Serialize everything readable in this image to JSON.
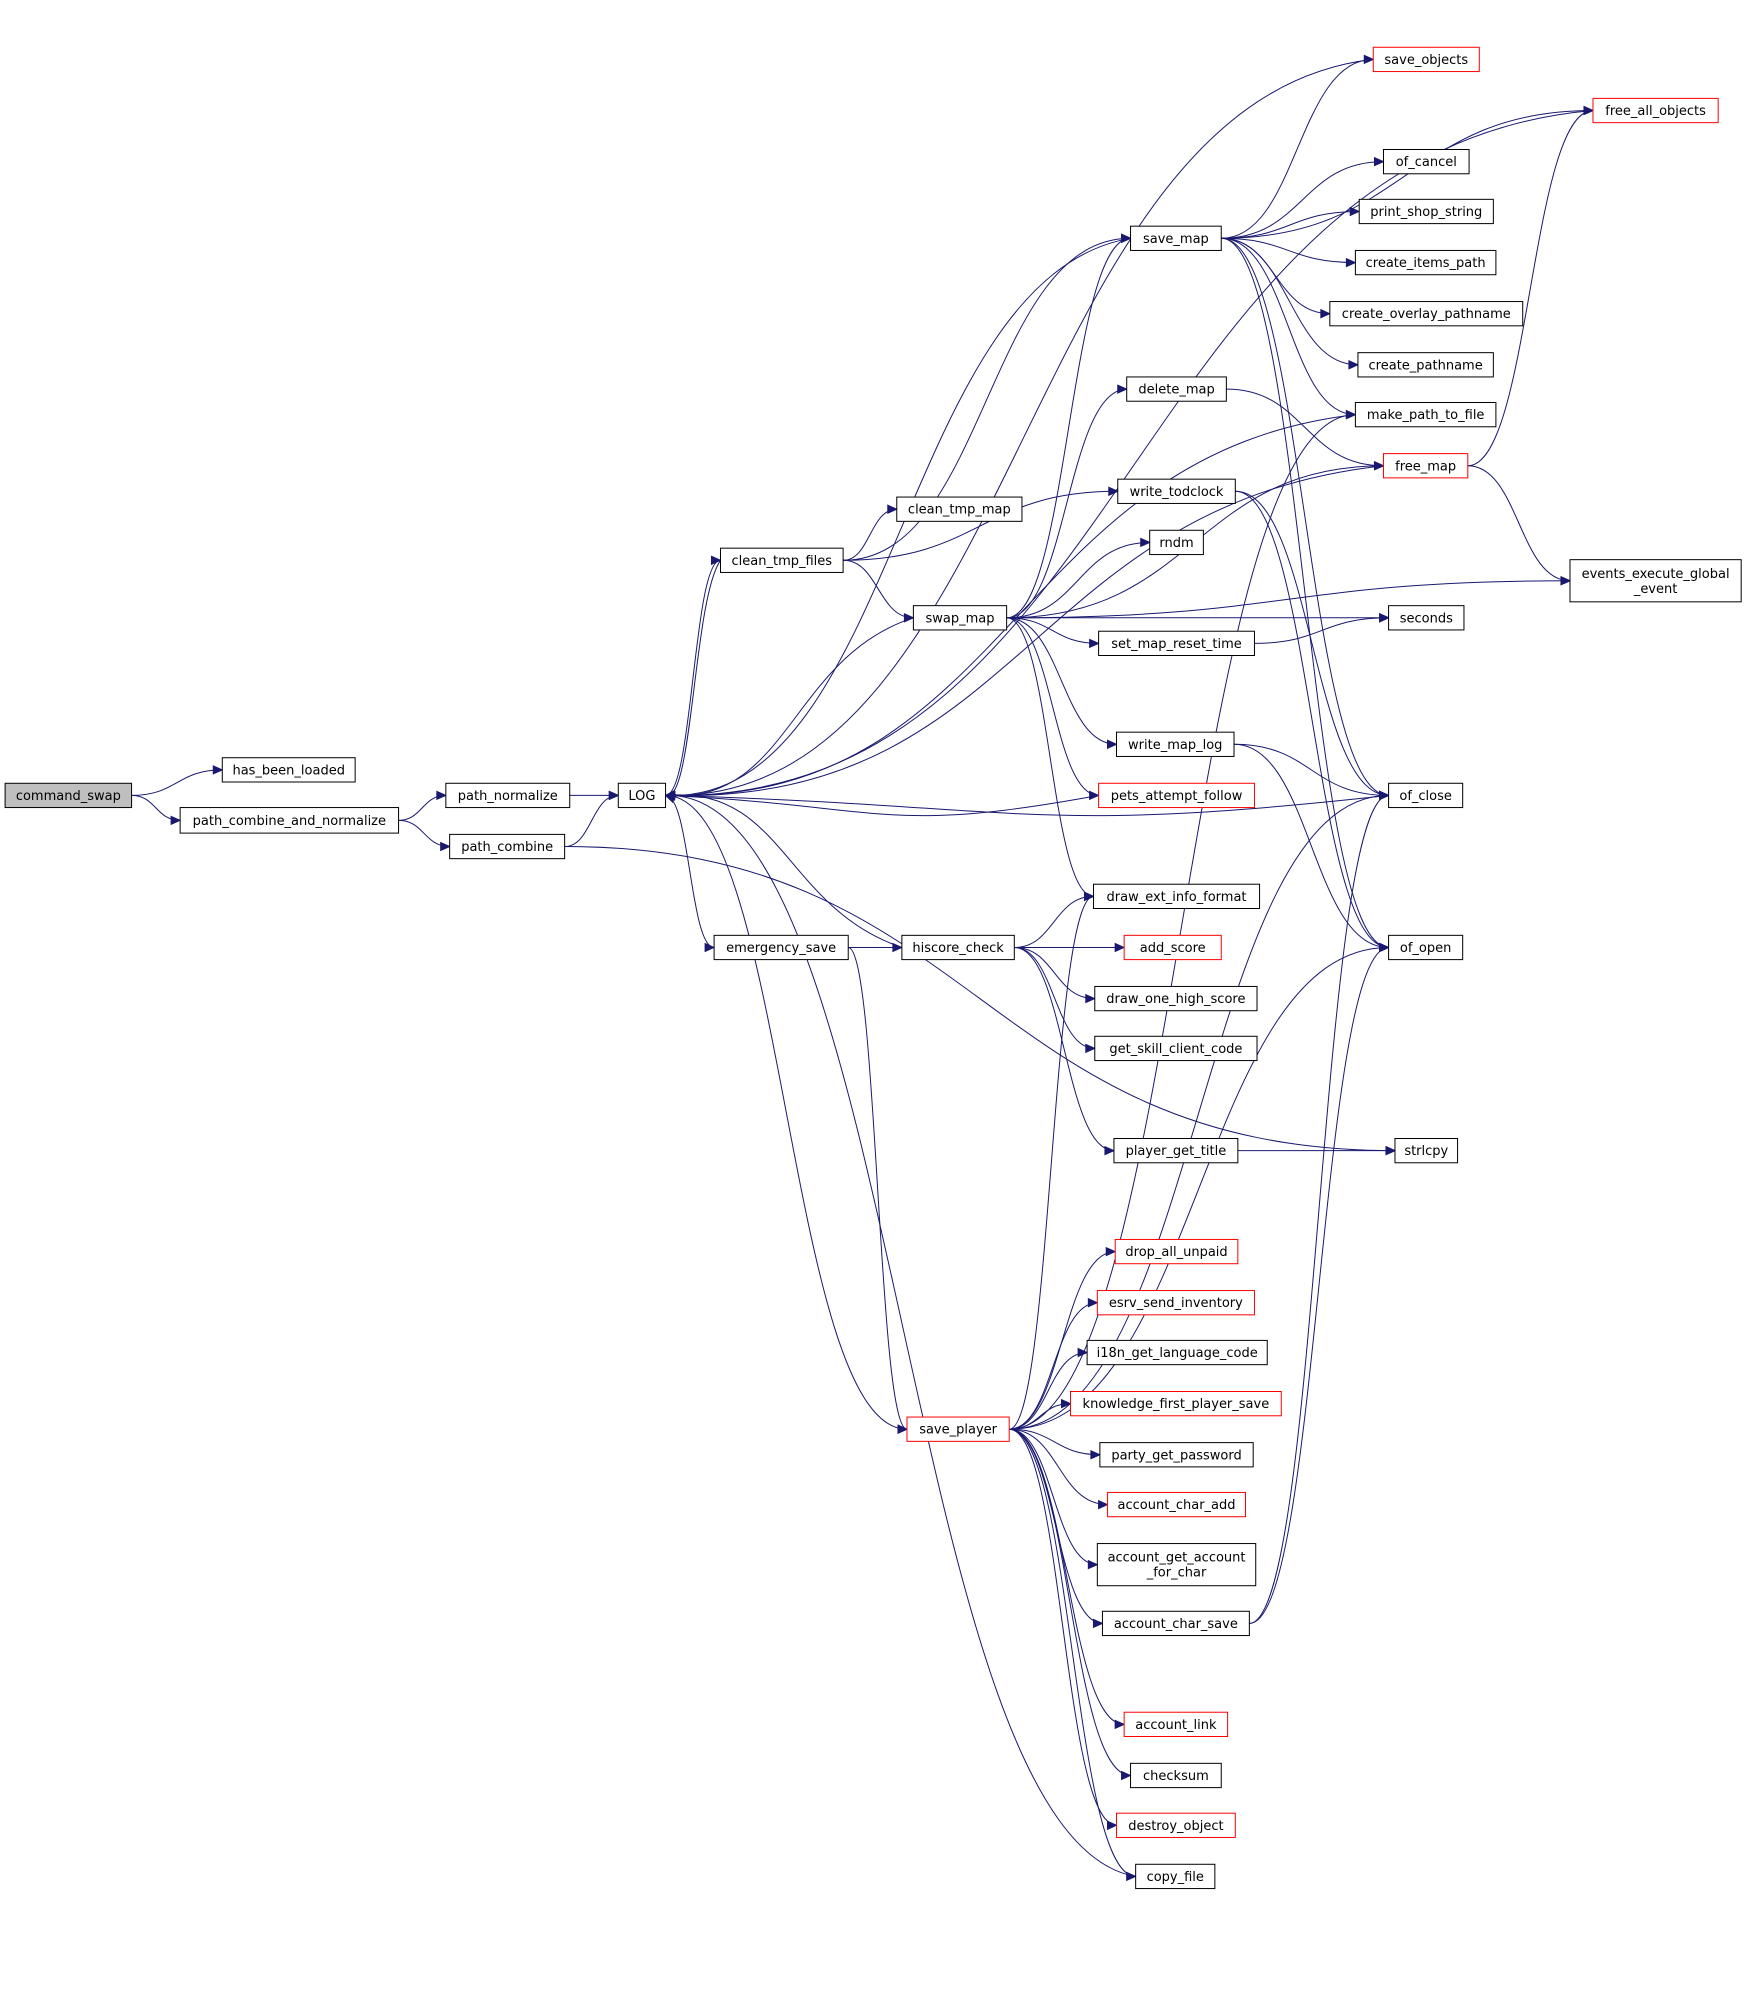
{
  "graph": {
    "title": "",
    "colors": {
      "edge": "#191970",
      "root_fill": "#bfbfbf",
      "truncated_border": "#ff0000",
      "node_border": "#000000"
    },
    "nodes": [
      {
        "id": "command_swap",
        "label": "command_swap",
        "root": true
      },
      {
        "id": "has_been_loaded",
        "label": "has_been_loaded"
      },
      {
        "id": "path_combine_and_normalize",
        "label": "path_combine_and_normalize"
      },
      {
        "id": "path_normalize",
        "label": "path_normalize"
      },
      {
        "id": "path_combine",
        "label": "path_combine"
      },
      {
        "id": "LOG",
        "label": "LOG"
      },
      {
        "id": "clean_tmp_files",
        "label": "clean_tmp_files"
      },
      {
        "id": "clean_tmp_map",
        "label": "clean_tmp_map"
      },
      {
        "id": "swap_map",
        "label": "swap_map"
      },
      {
        "id": "emergency_save",
        "label": "emergency_save"
      },
      {
        "id": "hiscore_check",
        "label": "hiscore_check"
      },
      {
        "id": "save_player",
        "label": "save_player",
        "truncated": true
      },
      {
        "id": "save_map",
        "label": "save_map"
      },
      {
        "id": "delete_map",
        "label": "delete_map"
      },
      {
        "id": "write_todclock",
        "label": "write_todclock"
      },
      {
        "id": "rndm",
        "label": "rndm"
      },
      {
        "id": "set_map_reset_time",
        "label": "set_map_reset_time"
      },
      {
        "id": "write_map_log",
        "label": "write_map_log"
      },
      {
        "id": "pets_attempt_follow",
        "label": "pets_attempt_follow",
        "truncated": true
      },
      {
        "id": "draw_ext_info_format",
        "label": "draw_ext_info_format"
      },
      {
        "id": "add_score",
        "label": "add_score",
        "truncated": true
      },
      {
        "id": "draw_one_high_score",
        "label": "draw_one_high_score"
      },
      {
        "id": "get_skill_client_code",
        "label": "get_skill_client_code"
      },
      {
        "id": "player_get_title",
        "label": "player_get_title"
      },
      {
        "id": "drop_all_unpaid",
        "label": "drop_all_unpaid",
        "truncated": true
      },
      {
        "id": "esrv_send_inventory",
        "label": "esrv_send_inventory",
        "truncated": true
      },
      {
        "id": "i18n_get_language_code",
        "label": "i18n_get_language_code"
      },
      {
        "id": "knowledge_first_player_save",
        "label": "knowledge_first_player_save",
        "truncated": true
      },
      {
        "id": "party_get_password",
        "label": "party_get_password"
      },
      {
        "id": "account_char_add",
        "label": "account_char_add",
        "truncated": true
      },
      {
        "id": "account_get_account_for_char",
        "label": "account_get_account\n_for_char"
      },
      {
        "id": "account_char_save",
        "label": "account_char_save"
      },
      {
        "id": "account_link",
        "label": "account_link",
        "truncated": true
      },
      {
        "id": "checksum",
        "label": "checksum"
      },
      {
        "id": "destroy_object",
        "label": "destroy_object",
        "truncated": true
      },
      {
        "id": "copy_file",
        "label": "copy_file"
      },
      {
        "id": "save_objects",
        "label": "save_objects",
        "truncated": true
      },
      {
        "id": "free_all_objects",
        "label": "free_all_objects",
        "truncated": true
      },
      {
        "id": "of_cancel",
        "label": "of_cancel"
      },
      {
        "id": "print_shop_string",
        "label": "print_shop_string"
      },
      {
        "id": "create_items_path",
        "label": "create_items_path"
      },
      {
        "id": "create_overlay_pathname",
        "label": "create_overlay_pathname"
      },
      {
        "id": "create_pathname",
        "label": "create_pathname"
      },
      {
        "id": "make_path_to_file",
        "label": "make_path_to_file"
      },
      {
        "id": "free_map",
        "label": "free_map",
        "truncated": true
      },
      {
        "id": "events_execute_global_event",
        "label": "events_execute_global\n_event"
      },
      {
        "id": "seconds",
        "label": "seconds"
      },
      {
        "id": "of_close",
        "label": "of_close"
      },
      {
        "id": "of_open",
        "label": "of_open"
      },
      {
        "id": "strlcpy",
        "label": "strlcpy"
      }
    ],
    "edges": [
      [
        "command_swap",
        "has_been_loaded"
      ],
      [
        "command_swap",
        "path_combine_and_normalize"
      ],
      [
        "path_combine_and_normalize",
        "path_normalize"
      ],
      [
        "path_combine_and_normalize",
        "path_combine"
      ],
      [
        "path_normalize",
        "LOG"
      ],
      [
        "path_combine",
        "LOG"
      ],
      [
        "path_combine",
        "strlcpy"
      ],
      [
        "LOG",
        "clean_tmp_files"
      ],
      [
        "LOG",
        "emergency_save"
      ],
      [
        "LOG",
        "save_player"
      ],
      [
        "clean_tmp_files",
        "clean_tmp_map"
      ],
      [
        "clean_tmp_files",
        "write_todclock"
      ],
      [
        "clean_tmp_files",
        "swap_map"
      ],
      [
        "clean_tmp_files",
        "save_map"
      ],
      [
        "clean_tmp_files",
        "LOG"
      ],
      [
        "swap_map",
        "LOG"
      ],
      [
        "swap_map",
        "save_map"
      ],
      [
        "swap_map",
        "delete_map"
      ],
      [
        "swap_map",
        "free_map"
      ],
      [
        "swap_map",
        "rndm"
      ],
      [
        "swap_map",
        "seconds"
      ],
      [
        "swap_map",
        "set_map_reset_time"
      ],
      [
        "swap_map",
        "events_execute_global_event"
      ],
      [
        "swap_map",
        "write_map_log"
      ],
      [
        "swap_map",
        "pets_attempt_follow"
      ],
      [
        "swap_map",
        "draw_ext_info_format"
      ],
      [
        "set_map_reset_time",
        "seconds"
      ],
      [
        "write_map_log",
        "of_close"
      ],
      [
        "write_map_log",
        "of_open"
      ],
      [
        "write_todclock",
        "of_close"
      ],
      [
        "write_todclock",
        "of_open"
      ],
      [
        "pets_attempt_follow",
        "LOG"
      ],
      [
        "emergency_save",
        "hiscore_check"
      ],
      [
        "emergency_save",
        "save_player"
      ],
      [
        "hiscore_check",
        "LOG"
      ],
      [
        "hiscore_check",
        "draw_ext_info_format"
      ],
      [
        "hiscore_check",
        "add_score"
      ],
      [
        "hiscore_check",
        "draw_one_high_score"
      ],
      [
        "hiscore_check",
        "get_skill_client_code"
      ],
      [
        "hiscore_check",
        "player_get_title"
      ],
      [
        "player_get_title",
        "strlcpy"
      ],
      [
        "save_map",
        "save_objects"
      ],
      [
        "save_map",
        "free_all_objects"
      ],
      [
        "save_map",
        "of_cancel"
      ],
      [
        "save_map",
        "print_shop_string"
      ],
      [
        "save_map",
        "create_items_path"
      ],
      [
        "save_map",
        "create_overlay_pathname"
      ],
      [
        "save_map",
        "create_pathname"
      ],
      [
        "save_map",
        "make_path_to_file"
      ],
      [
        "save_map",
        "of_close"
      ],
      [
        "save_map",
        "of_open"
      ],
      [
        "save_map",
        "LOG"
      ],
      [
        "save_objects",
        "LOG"
      ],
      [
        "free_all_objects",
        "LOG"
      ],
      [
        "delete_map",
        "free_map"
      ],
      [
        "free_map",
        "free_all_objects"
      ],
      [
        "free_map",
        "events_execute_global_event"
      ],
      [
        "free_map",
        "LOG"
      ],
      [
        "of_close",
        "LOG"
      ],
      [
        "make_path_to_file",
        "LOG"
      ],
      [
        "save_player",
        "draw_ext_info_format"
      ],
      [
        "save_player",
        "of_close"
      ],
      [
        "save_player",
        "drop_all_unpaid"
      ],
      [
        "save_player",
        "esrv_send_inventory"
      ],
      [
        "save_player",
        "i18n_get_language_code"
      ],
      [
        "save_player",
        "knowledge_first_player_save"
      ],
      [
        "save_player",
        "party_get_password"
      ],
      [
        "save_player",
        "account_char_add"
      ],
      [
        "save_player",
        "account_get_account_for_char"
      ],
      [
        "save_player",
        "account_char_save"
      ],
      [
        "save_player",
        "of_open"
      ],
      [
        "save_player",
        "make_path_to_file"
      ],
      [
        "save_player",
        "account_link"
      ],
      [
        "save_player",
        "checksum"
      ],
      [
        "save_player",
        "destroy_object"
      ],
      [
        "save_player",
        "copy_file"
      ],
      [
        "account_char_save",
        "of_open"
      ],
      [
        "account_char_save",
        "of_close"
      ],
      [
        "copy_file",
        "LOG"
      ]
    ]
  }
}
